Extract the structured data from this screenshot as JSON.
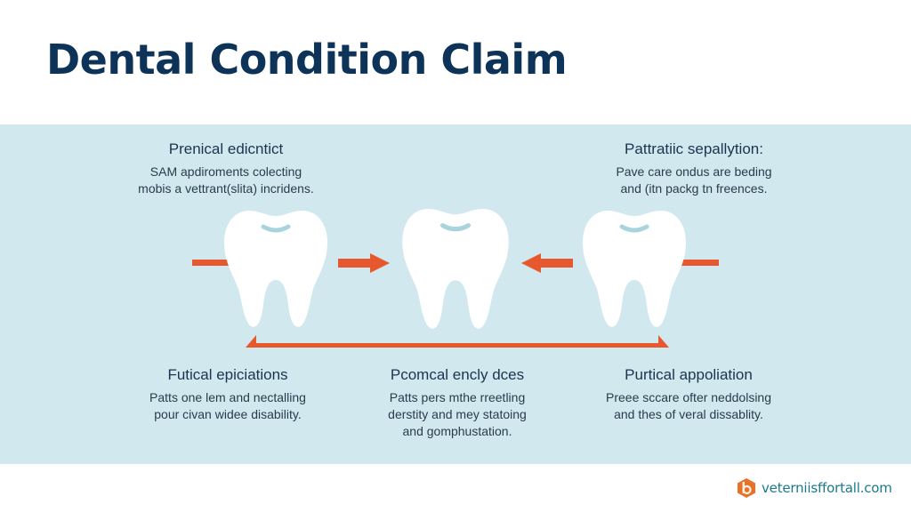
{
  "header": {
    "title": "Dental Condition Claim"
  },
  "colors": {
    "title": "#0d3358",
    "panel_bg": "#d0e8ee",
    "arrow": "#e8582e",
    "tooth": "#ffffff",
    "tooth_groove": "#a9d3dd",
    "logo": "#e8712a",
    "footer_text": "#1b7a8c"
  },
  "diagram": {
    "top_blocks": [
      {
        "heading": "Prenical edicntict",
        "lines": [
          "SAM apdiroments colecting",
          "mobis a vettrant(slita) incridens."
        ]
      },
      {
        "heading": "Pattratiic sepallytion:",
        "lines": [
          "Pave care ondus are beding",
          "and (itn packg tn freences."
        ]
      }
    ],
    "bottom_blocks": [
      {
        "heading": "Futical epiciations",
        "lines": [
          "Patts one lem and nectalling",
          "pour civan widee disability."
        ]
      },
      {
        "heading": "Pcomcal encly dces",
        "lines": [
          "Patts pers mthe rreetling",
          "derstity and mey statoing",
          "and gomphustation."
        ]
      },
      {
        "heading": "Purtical appoliation",
        "lines": [
          "Preee sccare ofter neddolsing",
          "and thes of veral dissablity."
        ]
      }
    ],
    "teeth": [
      {
        "name": "left-tooth"
      },
      {
        "name": "center-tooth"
      },
      {
        "name": "right-tooth"
      }
    ]
  },
  "footer": {
    "logo_letter": "b",
    "domain": "veterniisffortall.com"
  }
}
